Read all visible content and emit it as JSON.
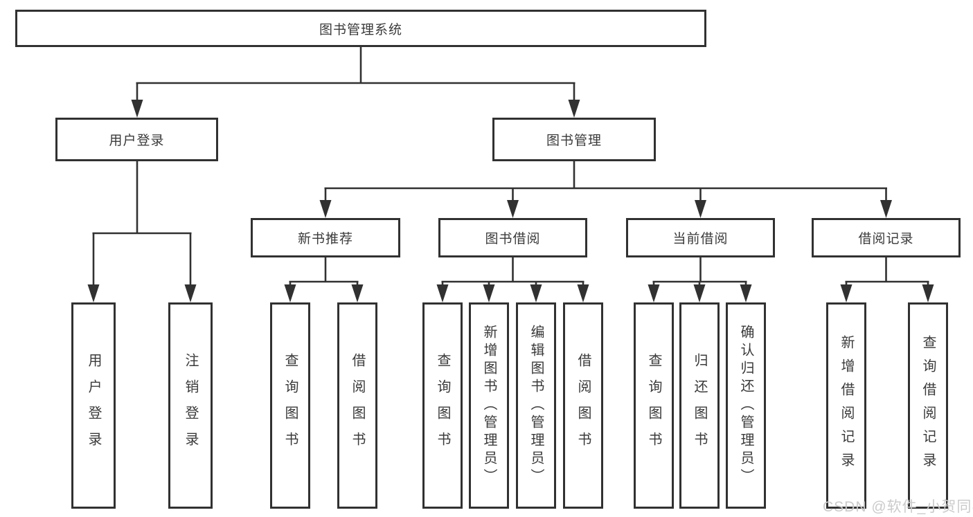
{
  "diagram": {
    "title": "图书管理系统",
    "root": {
      "label": "图书管理系统"
    },
    "level1": [
      {
        "label": "用户登录"
      },
      {
        "label": "图书管理"
      }
    ],
    "level2": [
      {
        "label": "新书推荐"
      },
      {
        "label": "图书借阅"
      },
      {
        "label": "当前借阅"
      },
      {
        "label": "借阅记录"
      }
    ],
    "leaves": {
      "user": [
        "用户登录",
        "注销登录"
      ],
      "new_book": [
        "查询图书",
        "借阅图书"
      ],
      "borrow": [
        "查询图书",
        "新增图书（管理员）",
        "编辑图书（管理员）",
        "借阅图书"
      ],
      "current": [
        "查询图书",
        "归还图书",
        "确认归还（管理员）"
      ],
      "records": [
        "新增借阅记录",
        "查询借阅记录"
      ]
    }
  },
  "watermark": "CSDN @软件_小贺同学",
  "colors": {
    "background": "#ffffff",
    "box_border": "#313131",
    "line": "#313131",
    "text": "#3a3a3a",
    "watermark": "#cbcbcb"
  }
}
